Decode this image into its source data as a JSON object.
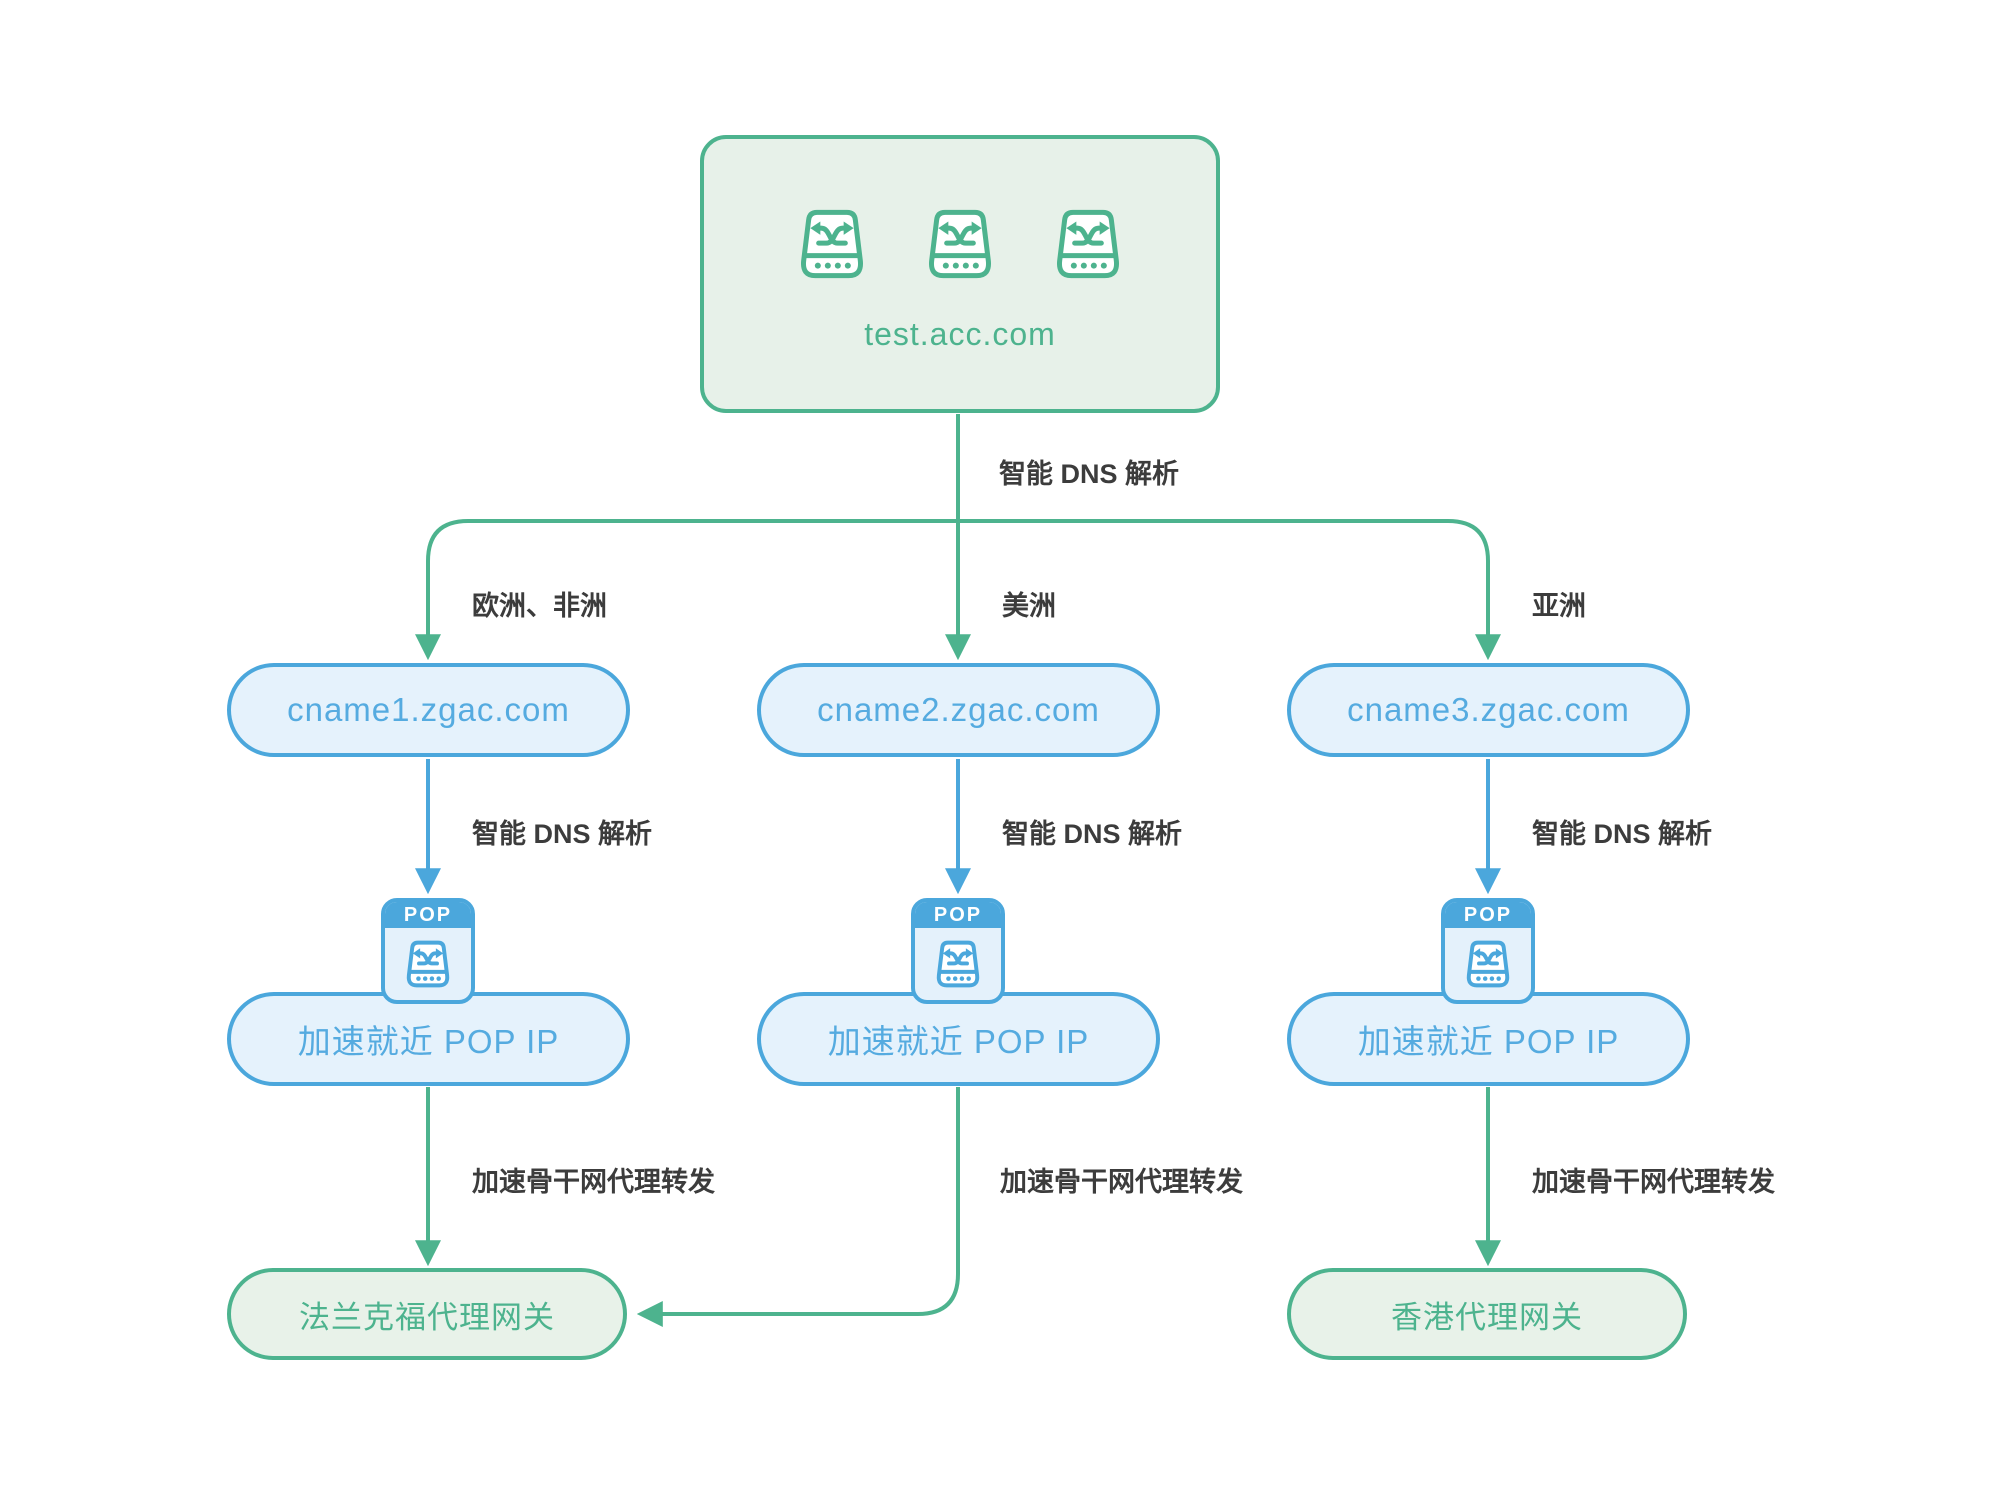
{
  "origin": {
    "title": "test.acc.com",
    "icon": "switch-shuffle-icon",
    "icon_count": 3
  },
  "top_flow_label": "智能 DNS 解析",
  "branches": [
    {
      "region": "欧洲、非洲",
      "cname": "cname1.zgac.com",
      "dns_label": "智能 DNS 解析",
      "pop_badge": "POP",
      "pop_ip_label": "加速就近 POP IP",
      "forward_label": "加速骨干网代理转发"
    },
    {
      "region": "美洲",
      "cname": "cname2.zgac.com",
      "dns_label": "智能 DNS 解析",
      "pop_badge": "POP",
      "pop_ip_label": "加速就近 POP IP",
      "forward_label": "加速骨干网代理转发"
    },
    {
      "region": "亚洲",
      "cname": "cname3.zgac.com",
      "dns_label": "智能 DNS 解析",
      "pop_badge": "POP",
      "pop_ip_label": "加速就近 POP IP",
      "forward_label": "加速骨干网代理转发"
    }
  ],
  "gateways": [
    {
      "label": "法兰克福代理网关"
    },
    {
      "label": "香港代理网关"
    }
  ],
  "colors": {
    "green_stroke": "#4DB38E",
    "green_fill": "#E7F1E9",
    "blue_stroke": "#4BA7DC",
    "blue_fill": "#E5F2FC",
    "blue_text": "#55ABE0",
    "label_text": "#3C3C3C",
    "pop_header_bg": "#4BA7DC",
    "pop_header_text": "#FFFFFF"
  }
}
